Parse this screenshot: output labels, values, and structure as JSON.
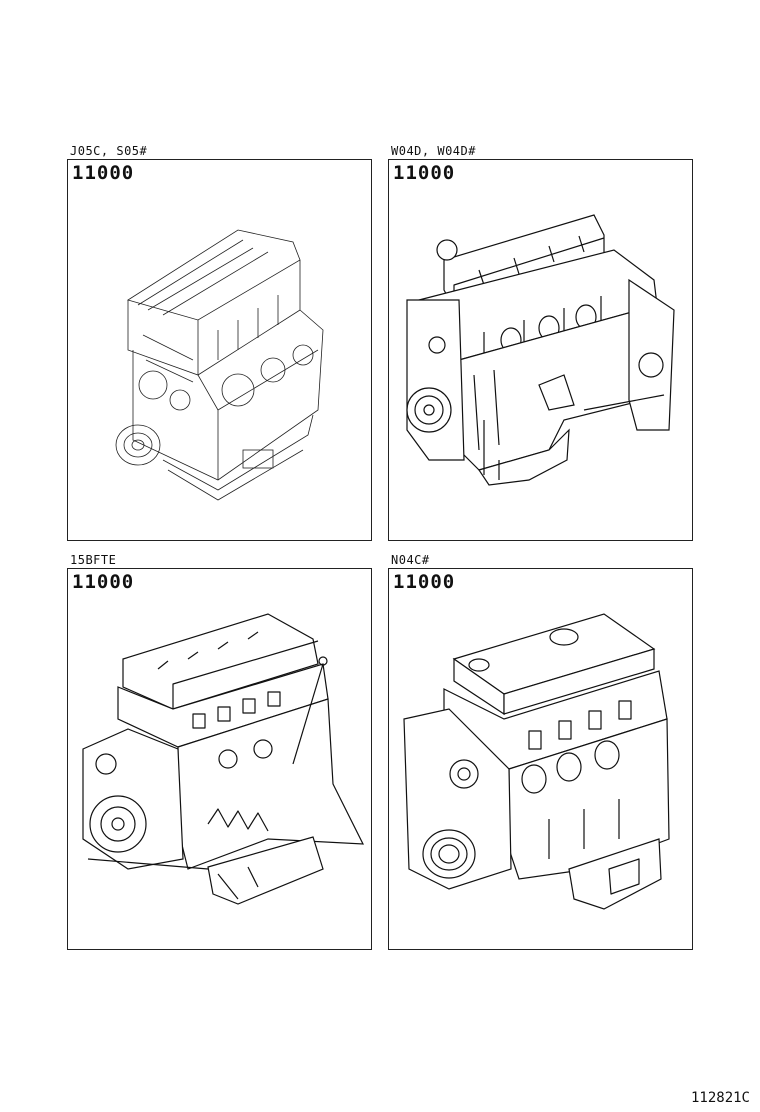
{
  "panels": [
    {
      "caption": "J05C, S05#",
      "code": "11000",
      "art_icon": "engine-assembly-icon-a"
    },
    {
      "caption": "W04D, W04D#",
      "code": "11000",
      "art_icon": "engine-assembly-icon-b"
    },
    {
      "caption": "15BFTE",
      "code": "11000",
      "art_icon": "engine-assembly-icon-c"
    },
    {
      "caption": "N04C#",
      "code": "11000",
      "art_icon": "engine-assembly-icon-d"
    }
  ],
  "footer": {
    "ref": "112821C"
  },
  "colors": {
    "line": "#111111",
    "background": "#ffffff"
  }
}
